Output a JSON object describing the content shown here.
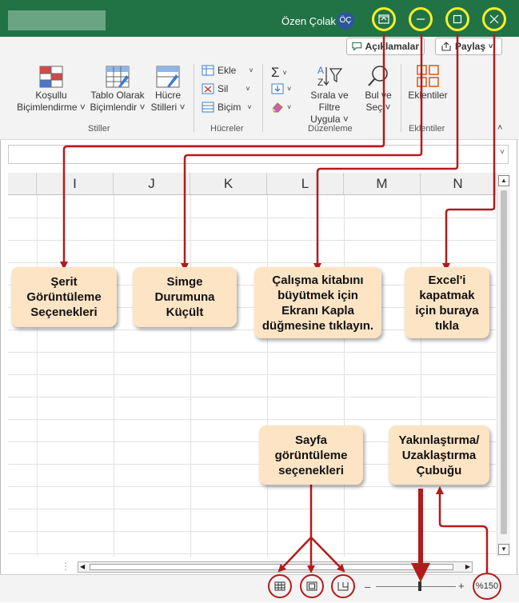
{
  "window": {
    "user_name": "Özen Çolak",
    "user_initials": "ÖÇ",
    "buttons": [
      "ribbon-display-options",
      "minimize",
      "restore",
      "close"
    ]
  },
  "ribbon": {
    "comments_label": "Açıklamalar",
    "share_label": "Paylaş",
    "styles": {
      "conditional_line1": "Koşullu",
      "conditional_line2": "Biçimlendirme ˅",
      "table_line1": "Tablo Olarak",
      "table_line2": "Biçimlendir ˅",
      "cell_styles_line1": "Hücre",
      "cell_styles_line2": "Stilleri ˅",
      "group_label": "Stiller"
    },
    "cells": {
      "insert": "Ekle",
      "delete": "Sil",
      "format": "Biçim",
      "group_label": "Hücreler"
    },
    "editing": {
      "sort_line1": "Sırala ve Filtre",
      "sort_line2": "Uygula ˅",
      "find_line1": "Bul ve",
      "find_line2": "Seç ˅",
      "group_label": "Düzenleme"
    },
    "addins": {
      "label": "Eklentiler",
      "group_label": "Eklentiler"
    }
  },
  "grid": {
    "columns": [
      "I",
      "J",
      "K",
      "L",
      "M",
      "N"
    ]
  },
  "status": {
    "zoom_label": "%150",
    "zoom_minus": "–",
    "zoom_plus": "+",
    "zoom_fraction": 0.55
  },
  "callouts": {
    "ribbon_options": [
      "Şerit",
      "Görüntüleme",
      "Seçenekleri"
    ],
    "minimize": [
      "Simge",
      "Durumuna",
      "Küçült"
    ],
    "maximize": [
      "Çalışma kitabını",
      "büyütmek için",
      "Ekranı Kapla",
      "düğmesine tıklayın."
    ],
    "close": [
      "Excel'i",
      "kapatmak",
      "için buraya",
      "tıkla"
    ],
    "page_views": [
      "Sayfa",
      "görüntüleme",
      "seçenekleri"
    ],
    "zoom_bar": [
      "Yakınlaştırma/",
      "Uzaklaştırma",
      "Çubuğu"
    ]
  },
  "colors": {
    "excel_green": "#217346",
    "highlight_yellow": "#f7ef2a",
    "arrow_red": "#b31b1b",
    "callout_bg": "#fde4c5"
  }
}
